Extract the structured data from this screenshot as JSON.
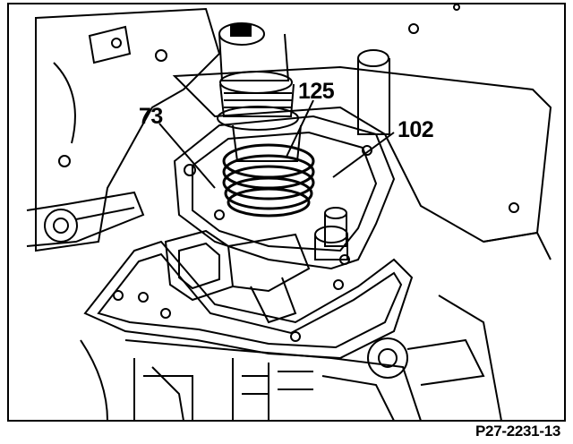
{
  "figure": {
    "callouts": {
      "c73": "73",
      "c125": "125",
      "c102": "102"
    },
    "figure_code": "P27-2231-13"
  },
  "colors": {
    "line": "#000000",
    "background": "#ffffff"
  }
}
